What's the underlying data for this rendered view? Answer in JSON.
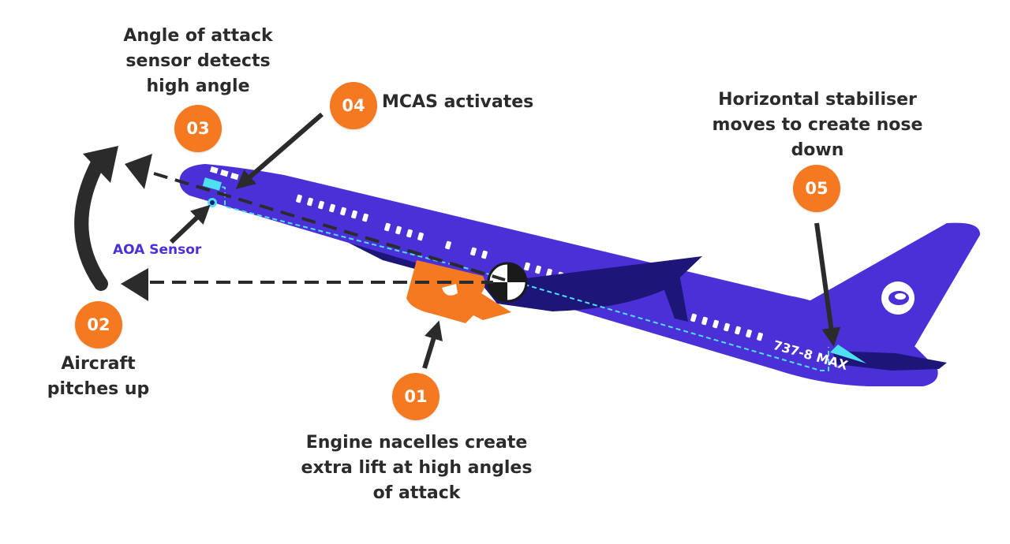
{
  "steps": [
    {
      "number": "01",
      "caption": "Engine nacelles create extra lift at high angles of attack"
    },
    {
      "number": "02",
      "caption": "Aircraft pitches up"
    },
    {
      "number": "03",
      "caption": "Angle of attack sensor detects high angle"
    },
    {
      "number": "04",
      "caption": "MCAS activates"
    },
    {
      "number": "05",
      "caption": "Horizontal stabiliser moves to create nose down"
    }
  ],
  "aoa_label": "AOA Sensor",
  "aircraft_model": "737-8 MAX",
  "colors": {
    "fuselage": "#4b30d8",
    "wing": "#1d1578",
    "engine": "#f47920",
    "badge": "#f47920",
    "arrow": "#2b2b2b",
    "guide_line": "#4de0f0",
    "text": "#2b2b2b"
  }
}
